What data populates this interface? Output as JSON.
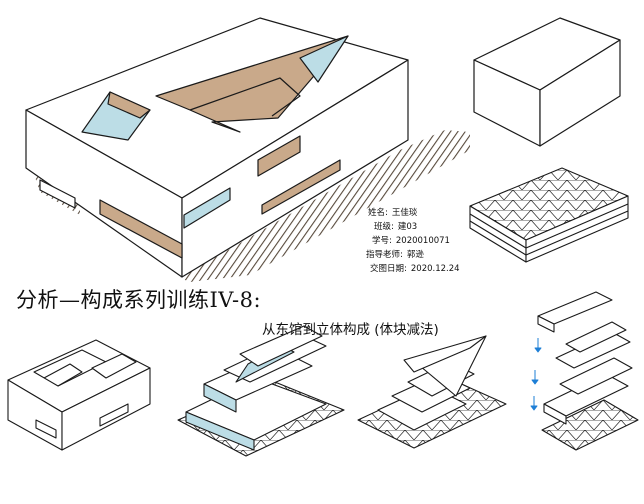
{
  "project_info": {
    "name_label": "姓名:",
    "name_value": "王佳琰",
    "class_label": "班级:",
    "class_value": "建03",
    "id_label": "学号:",
    "id_value": "2020010071",
    "advisor_label": "指导老师:",
    "advisor_value": "郭逊",
    "date_label": "交图日期:",
    "date_value": "2020.12.24"
  },
  "title": "分析—构成系列训练IV-8:",
  "subtitle": "从东馆到立体构成 (体块减法)",
  "colors": {
    "line": "#1a1a1a",
    "shadow": "#6b4a2e",
    "glass": "#bcdde6",
    "wood": "#c9a98a"
  }
}
